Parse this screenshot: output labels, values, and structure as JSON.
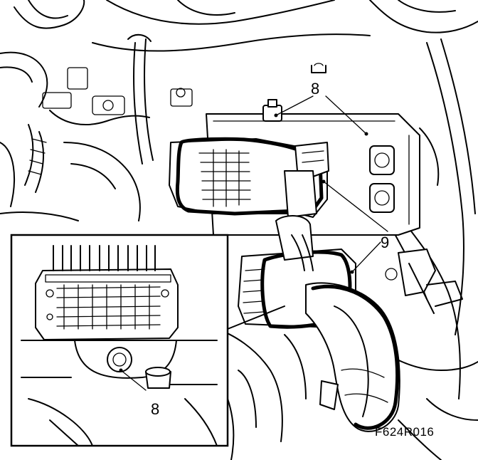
{
  "figure": {
    "figure_code": "F624R016",
    "callouts": {
      "fastener_top": "8",
      "connector_label": "9",
      "fastener_inset": "8"
    }
  }
}
